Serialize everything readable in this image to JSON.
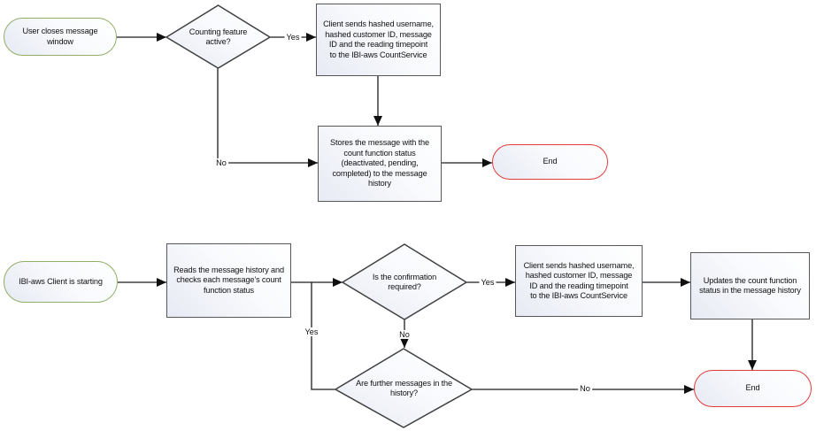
{
  "diagram": {
    "type": "flowchart",
    "colors": {
      "start_border": "#8fae68",
      "end_border": "#e23b3b",
      "process_border": "#575757",
      "connector_line": "#1c1c1c",
      "node_fill_tint": "#e7eaf3"
    },
    "top_flow": {
      "start": "User closes message\nwindow",
      "decision": "Counting feature\nactive?",
      "yes_label": "Yes",
      "no_label": "No",
      "send_process": "Client sends hashed username,\nhashed customer ID, message\nID and the reading timepoint\nto the IBI-aws CountService",
      "store_process": "Stores the message with the\ncount function status\n(deactivated, pending,\ncompleted) to the message\nhistory",
      "end": "End"
    },
    "bottom_flow": {
      "start": "IBI-aws Client is starting",
      "read_process": "Reads the message history and\nchecks each message’s count\nfunction status",
      "confirm_decision": "Is the confirmation\nrequired?",
      "confirm_yes_label": "Yes",
      "confirm_no_label": "No",
      "send_process": "Client sends hashed username,\nhashed customer ID, message\nID and the reading timepoint\nto the IBI-aws CountService",
      "update_process": "Updates the count function\nstatus in the message history",
      "further_decision": "Are further messages in the\nhistory?",
      "further_yes_label": "Yes",
      "further_no_label": "No",
      "end": "End"
    }
  }
}
